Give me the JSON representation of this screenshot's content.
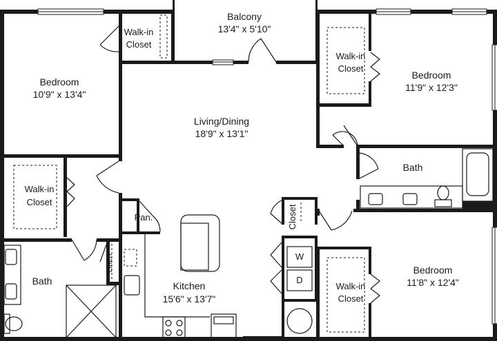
{
  "rooms": {
    "balcony": {
      "name": "Balcony",
      "dims": "13'4\" x 5'10\""
    },
    "bedroom_left": {
      "name": "Bedroom",
      "dims": "10'9\" x 13'4\""
    },
    "walkin_top_left": {
      "line1": "Walk-in",
      "line2": "Closet"
    },
    "living_dining": {
      "name": "Living/Dining",
      "dims": "18'9\" x 13'1\""
    },
    "walkin_top_right": {
      "line1": "Walk-in",
      "line2": "Closet"
    },
    "bedroom_top_right": {
      "name": "Bedroom",
      "dims": "11'9\" x 12'3\""
    },
    "bath_right": {
      "name": "Bath"
    },
    "walkin_mid_left": {
      "line1": "Walk-in",
      "line2": "Closet"
    },
    "pantry": {
      "name": "Pan."
    },
    "closet_center": {
      "name": "Closet"
    },
    "linen": {
      "name": "Linen"
    },
    "bath_left": {
      "name": "Bath"
    },
    "kitchen": {
      "name": "Kitchen",
      "dims": "15'6\" x 13'7\""
    },
    "washer": {
      "name": "W"
    },
    "dryer": {
      "name": "D"
    },
    "walkin_bottom_right": {
      "line1": "Walk-in",
      "line2": "Closet"
    },
    "bedroom_bottom_right": {
      "name": "Bedroom",
      "dims": "11'8\" x 12'4\""
    }
  },
  "colors": {
    "wall": "#1a1a1a",
    "background": "#ffffff"
  }
}
